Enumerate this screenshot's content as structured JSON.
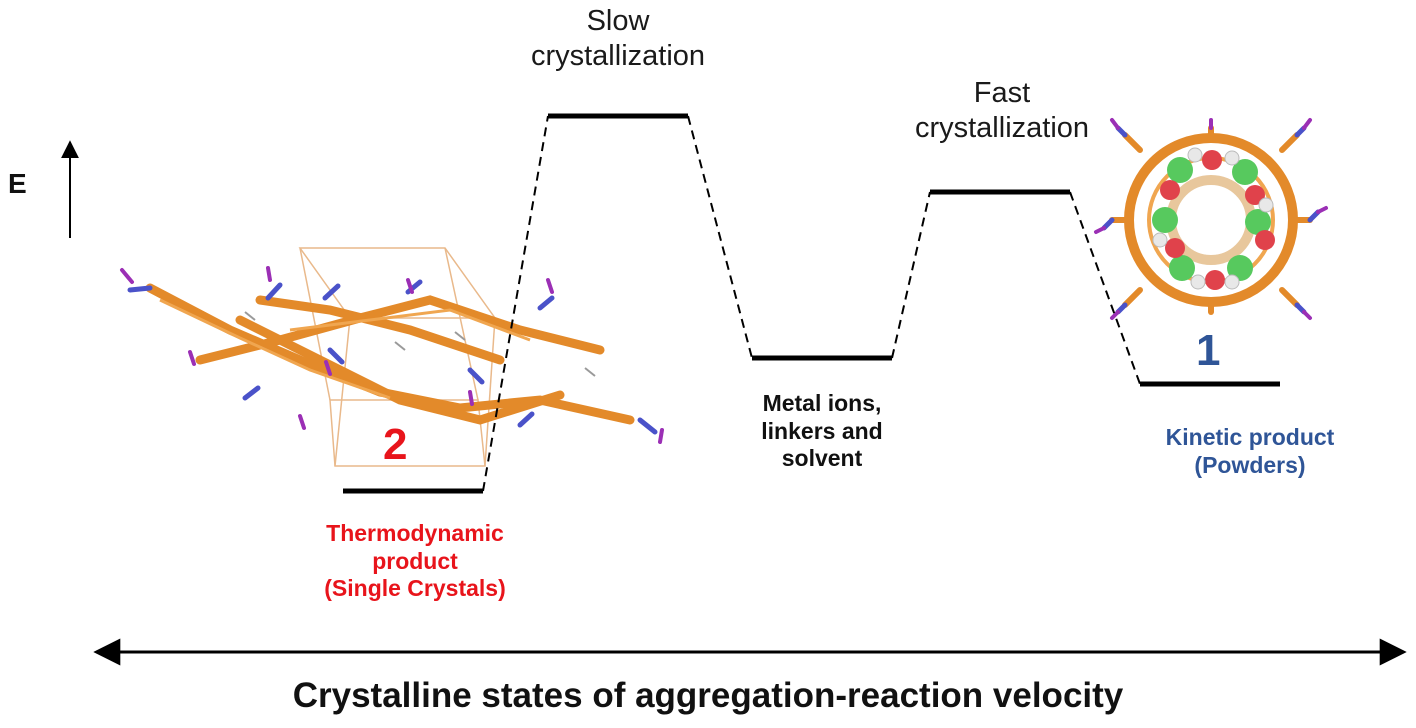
{
  "energy_axis_label": "E",
  "x_axis_title": "Crystalline  states of aggregation-reaction velocity",
  "states": {
    "slow": {
      "label_line1": "Slow",
      "label_line2": "crystallization"
    },
    "fast": {
      "label_line1": "Fast",
      "label_line2": "crystallization"
    },
    "reactants": {
      "line1": "Metal ions,",
      "line2": "linkers and",
      "line3": "solvent"
    },
    "kinetic": {
      "number": "1",
      "line1": "Kinetic product",
      "line2": "(Powders)",
      "color": "#2f5597"
    },
    "thermo": {
      "number": "2",
      "line1": "Thermodynamic",
      "line2": "product",
      "line3": "(Single Crystals)",
      "color": "#e8141b"
    }
  },
  "colors": {
    "level": "#000000",
    "framework": "#e38a2a",
    "nitrogen": "#4a52c9",
    "iodine": "#9b2fb5",
    "cell": "#e9b98b",
    "guest_green": "#57c95e",
    "guest_red": "#e0424b"
  }
}
